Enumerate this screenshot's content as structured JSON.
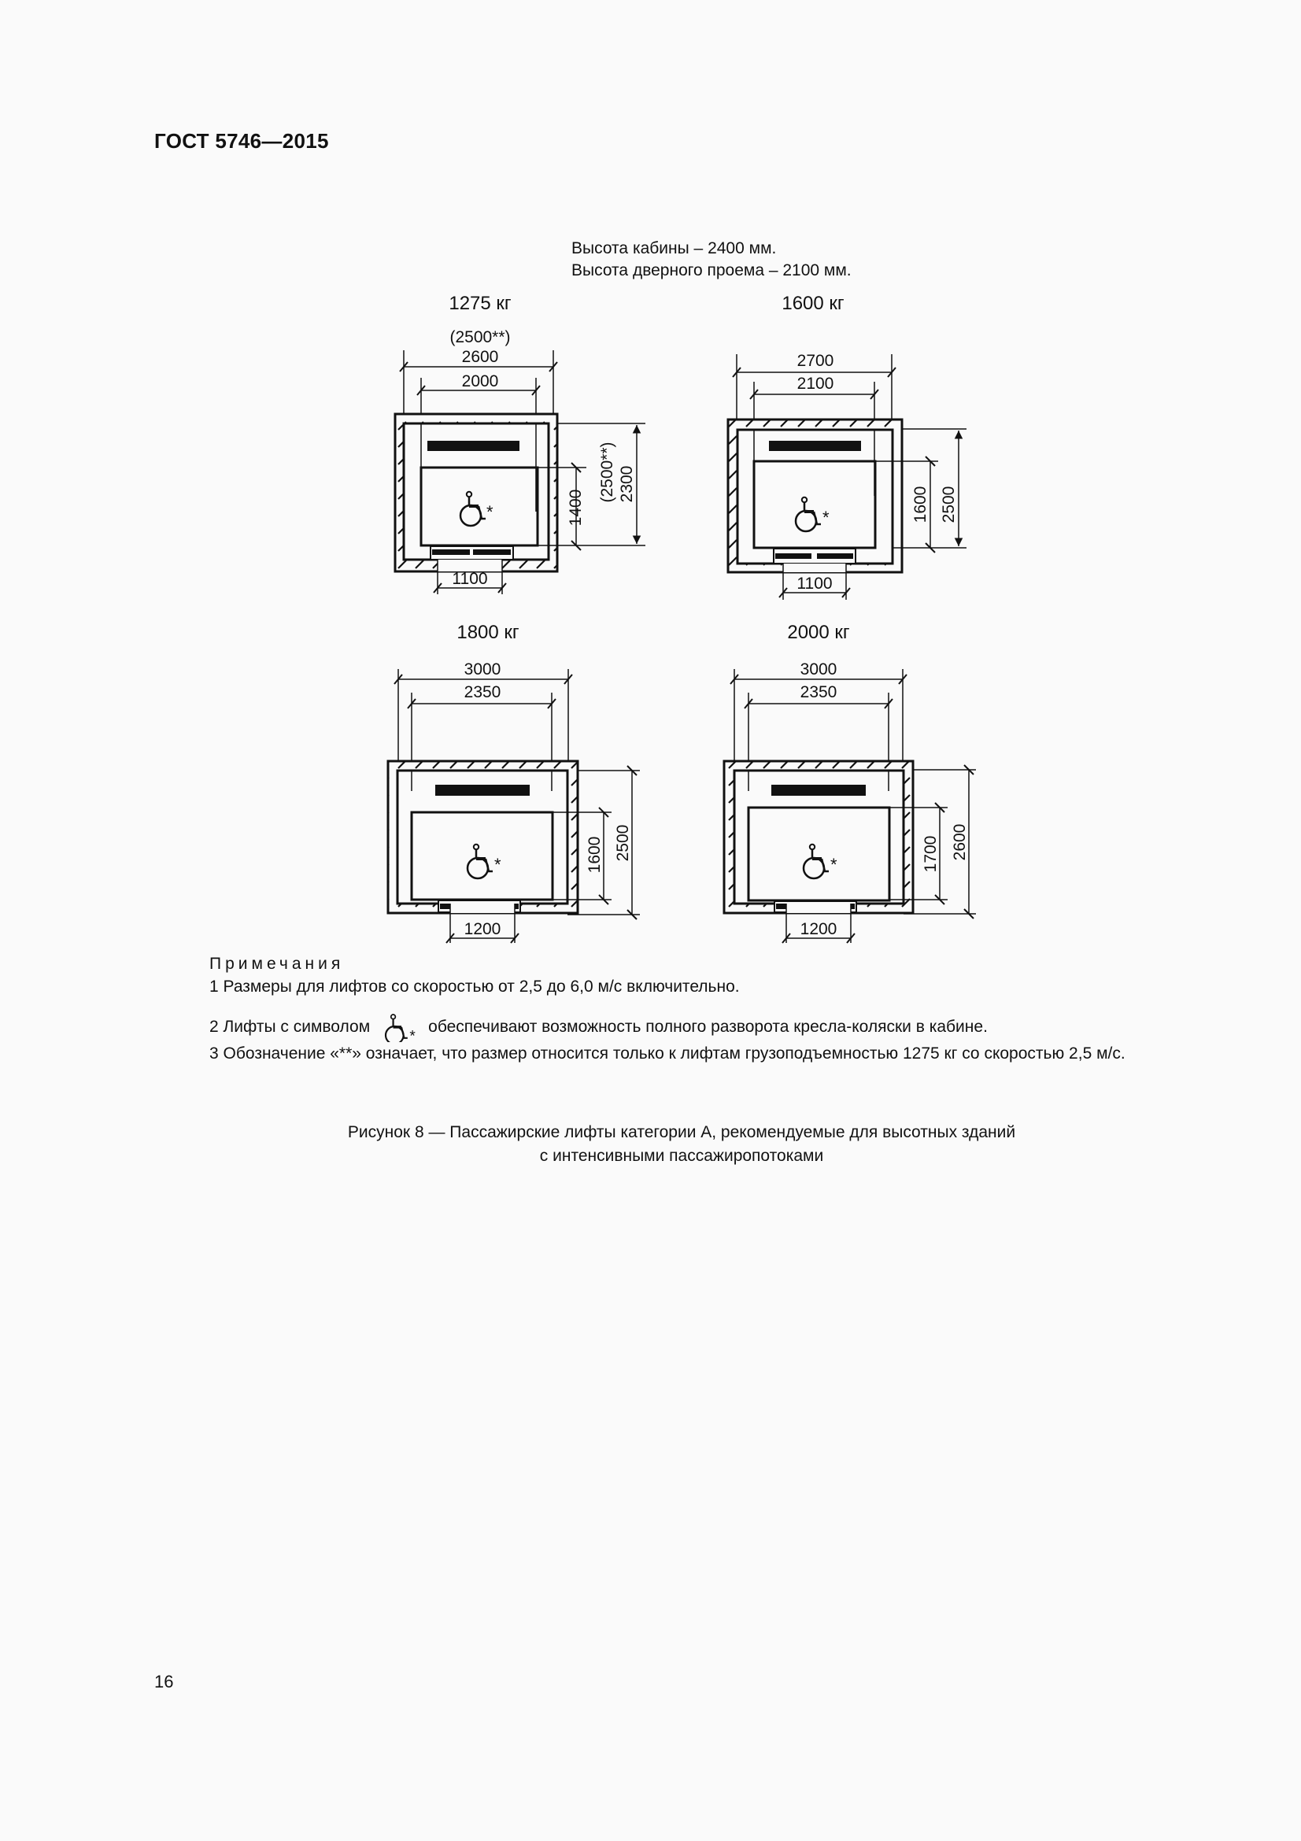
{
  "header": {
    "doc_id": "ГОСТ 5746—2015"
  },
  "heights_note": {
    "cabin_height": "Высота кабины – 2400 мм.",
    "door_height": "Высота дверного проема – 2100 мм."
  },
  "figures": [
    {
      "capacity": "1275 кг",
      "shaft_width_alt": "(2500**)",
      "shaft_width": "2600",
      "cabin_width": "2000",
      "cabin_depth": "1400",
      "shaft_depth_alt": "(2500**)",
      "shaft_depth": "2300",
      "door_width": "1100",
      "symbol": "wheelchair-turn",
      "symbol_mark": "*"
    },
    {
      "capacity": "1600 кг",
      "shaft_width": "2700",
      "cabin_width": "2100",
      "cabin_depth": "1600",
      "shaft_depth": "2500",
      "door_width": "1100",
      "symbol": "wheelchair-turn",
      "symbol_mark": "*"
    },
    {
      "capacity": "1800 кг",
      "shaft_width": "3000",
      "cabin_width": "2350",
      "cabin_depth": "1600",
      "shaft_depth": "2500",
      "door_width": "1200",
      "symbol": "wheelchair-turn",
      "symbol_mark": "*"
    },
    {
      "capacity": "2000 кг",
      "shaft_width": "3000",
      "cabin_width": "2350",
      "cabin_depth": "1700",
      "shaft_depth": "2600",
      "door_width": "1200",
      "symbol": "wheelchair-turn",
      "symbol_mark": "*"
    }
  ],
  "notes": {
    "title": "Примечания",
    "items": [
      "1  Размеры для лифтов со скоростью от 2,5 до 6,0 м/с включительно.",
      "2  Лифты с символом",
      "обеспечивают возможность полного разворота кресла-коляски в кабине.",
      "3  Обозначение «**» означает, что размер относится только к лифтам грузоподъемностью 1275 кг со скоростью 2,5 м/с."
    ]
  },
  "figure_caption": {
    "line1": "Рисунок 8 —  Пассажирские лифты категории А, рекомендуемые для высотных зданий",
    "line2": "с интенсивными пассажиропотоками"
  },
  "page_number": "16"
}
